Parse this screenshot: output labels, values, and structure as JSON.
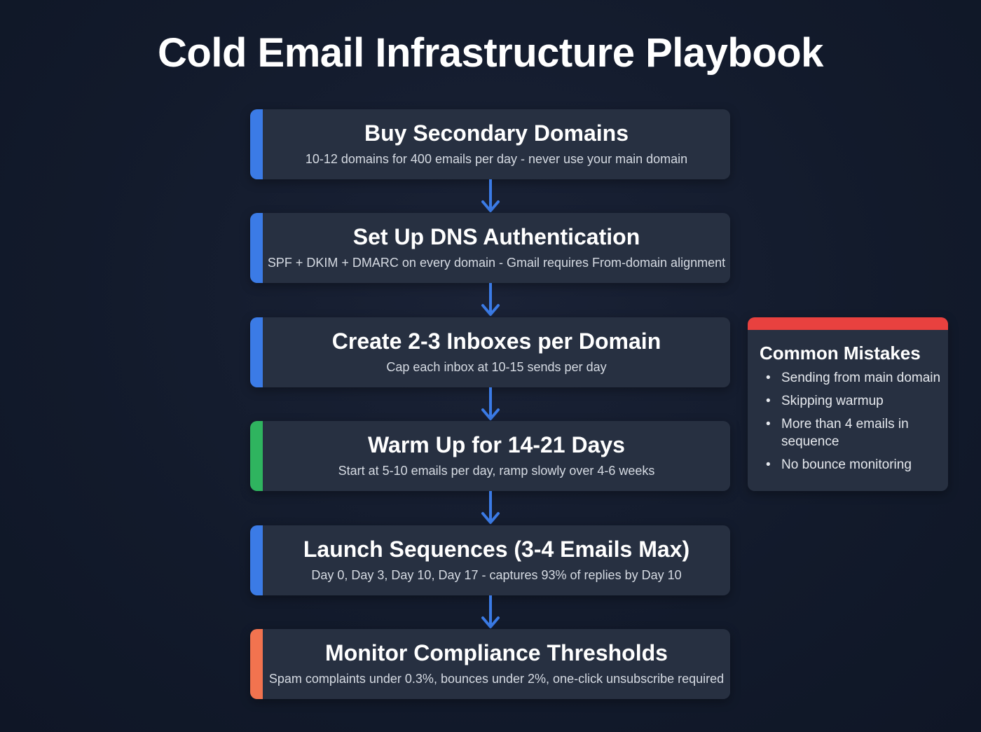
{
  "title": "Cold Email Infrastructure Playbook",
  "colors": {
    "background": "#131b2c",
    "card": "#273041",
    "blue": "#3b7be6",
    "green": "#2fb45f",
    "orange": "#f2734f",
    "red": "#e8413f",
    "arrow": "#3b7be6"
  },
  "steps": [
    {
      "title": "Buy Secondary Domains",
      "description": "10-12 domains for 400 emails per day - never use your main domain",
      "accent": "#3b7be6"
    },
    {
      "title": "Set Up DNS Authentication",
      "description": "SPF + DKIM + DMARC on every domain - Gmail requires From-domain alignment",
      "accent": "#3b7be6"
    },
    {
      "title": "Create 2-3 Inboxes per Domain",
      "description": "Cap each inbox at 10-15 sends per day",
      "accent": "#3b7be6"
    },
    {
      "title": "Warm Up for 14-21 Days",
      "description": "Start at 5-10 emails per day, ramp slowly over 4-6 weeks",
      "accent": "#2fb45f"
    },
    {
      "title": "Launch Sequences (3-4 Emails Max)",
      "description": "Day 0, Day 3, Day 10, Day 17 - captures 93% of replies by Day 10",
      "accent": "#3b7be6"
    },
    {
      "title": "Monitor Compliance Thresholds",
      "description": "Spam complaints under 0.3%, bounces under 2%, one-click unsubscribe required",
      "accent": "#f2734f"
    }
  ],
  "mistakes": {
    "title": "Common Mistakes",
    "accent": "#e8413f",
    "bullet": "•",
    "items": [
      "Sending from main domain",
      "Skipping warmup",
      "More than 4 emails in sequence",
      "No bounce monitoring"
    ]
  }
}
